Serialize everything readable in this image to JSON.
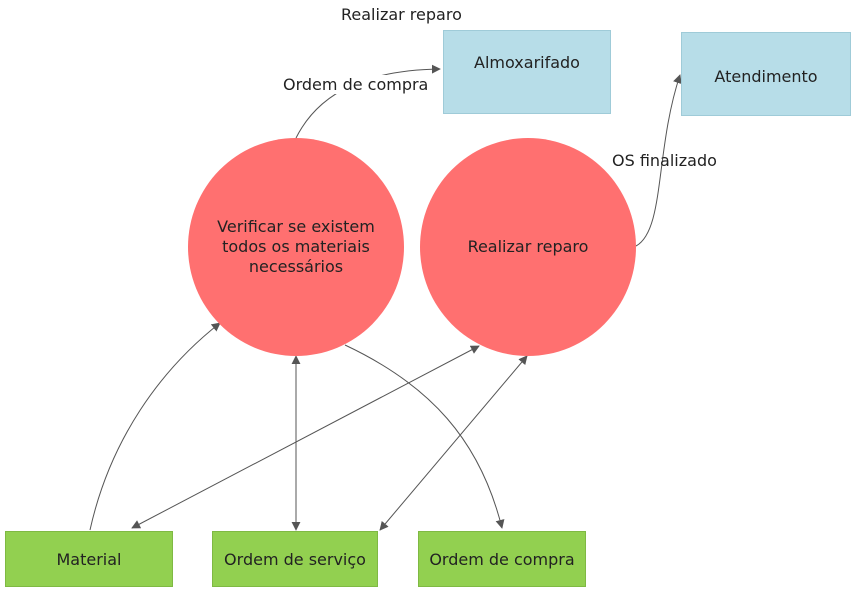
{
  "title": "Realizar reparo",
  "nodes": {
    "almoxarifado": "Almoxarifado",
    "atendimento": "Atendimento",
    "verificar": "Verificar se existem todos os materiais necessários",
    "realizar": "Realizar reparo",
    "material": "Material",
    "ordem_servico": "Ordem de serviço",
    "ordem_compra": "Ordem de compra"
  },
  "edge_labels": {
    "ordem_compra": "Ordem de compra",
    "os_finalizado": "OS finalizado"
  },
  "colors": {
    "process": "#ff7070",
    "external": "#b7dde8",
    "store": "#92d050",
    "arrow": "#555555"
  }
}
